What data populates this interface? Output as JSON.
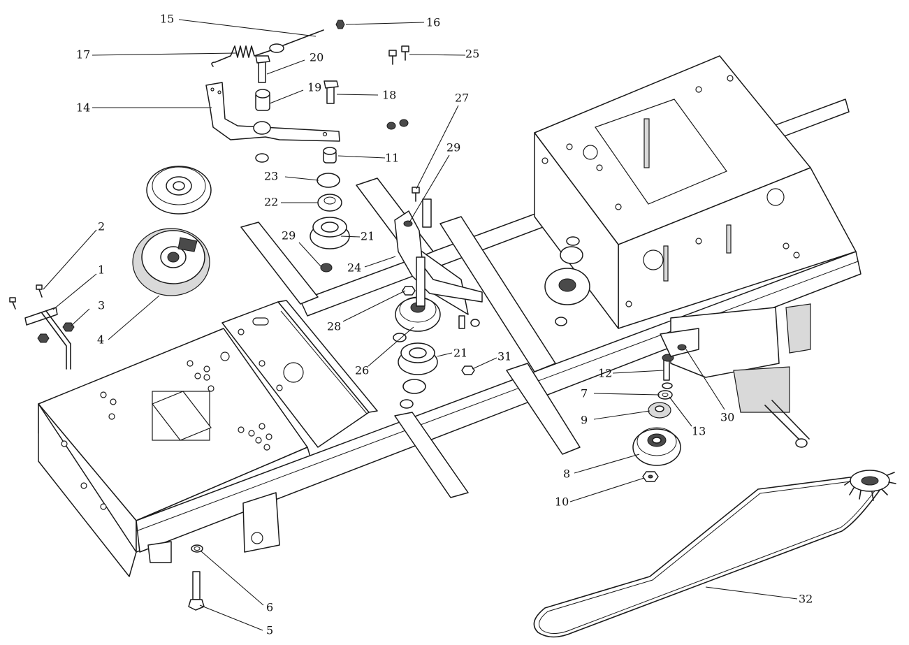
{
  "diagram": {
    "type": "exploded-parts-diagram",
    "callouts": [
      {
        "id": "c1",
        "text": "1"
      },
      {
        "id": "c2",
        "text": "2"
      },
      {
        "id": "c3",
        "text": "3"
      },
      {
        "id": "c4",
        "text": "4"
      },
      {
        "id": "c5",
        "text": "5"
      },
      {
        "id": "c6",
        "text": "6"
      },
      {
        "id": "c7",
        "text": "7"
      },
      {
        "id": "c8",
        "text": "8"
      },
      {
        "id": "c9",
        "text": "9"
      },
      {
        "id": "c10",
        "text": "10"
      },
      {
        "id": "c11",
        "text": "11"
      },
      {
        "id": "c12",
        "text": "12"
      },
      {
        "id": "c13",
        "text": "13"
      },
      {
        "id": "c14",
        "text": "14"
      },
      {
        "id": "c15",
        "text": "15"
      },
      {
        "id": "c16",
        "text": "16"
      },
      {
        "id": "c17",
        "text": "17"
      },
      {
        "id": "c18",
        "text": "18"
      },
      {
        "id": "c19",
        "text": "19"
      },
      {
        "id": "c20",
        "text": "20"
      },
      {
        "id": "c21a",
        "text": "21"
      },
      {
        "id": "c21b",
        "text": "21"
      },
      {
        "id": "c22",
        "text": "22"
      },
      {
        "id": "c23",
        "text": "23"
      },
      {
        "id": "c24",
        "text": "24"
      },
      {
        "id": "c25",
        "text": "25"
      },
      {
        "id": "c26",
        "text": "26"
      },
      {
        "id": "c27",
        "text": "27"
      },
      {
        "id": "c28",
        "text": "28"
      },
      {
        "id": "c29a",
        "text": "29"
      },
      {
        "id": "c29b",
        "text": "29"
      },
      {
        "id": "c30",
        "text": "30"
      },
      {
        "id": "c31",
        "text": "31"
      },
      {
        "id": "c32",
        "text": "32"
      }
    ]
  }
}
